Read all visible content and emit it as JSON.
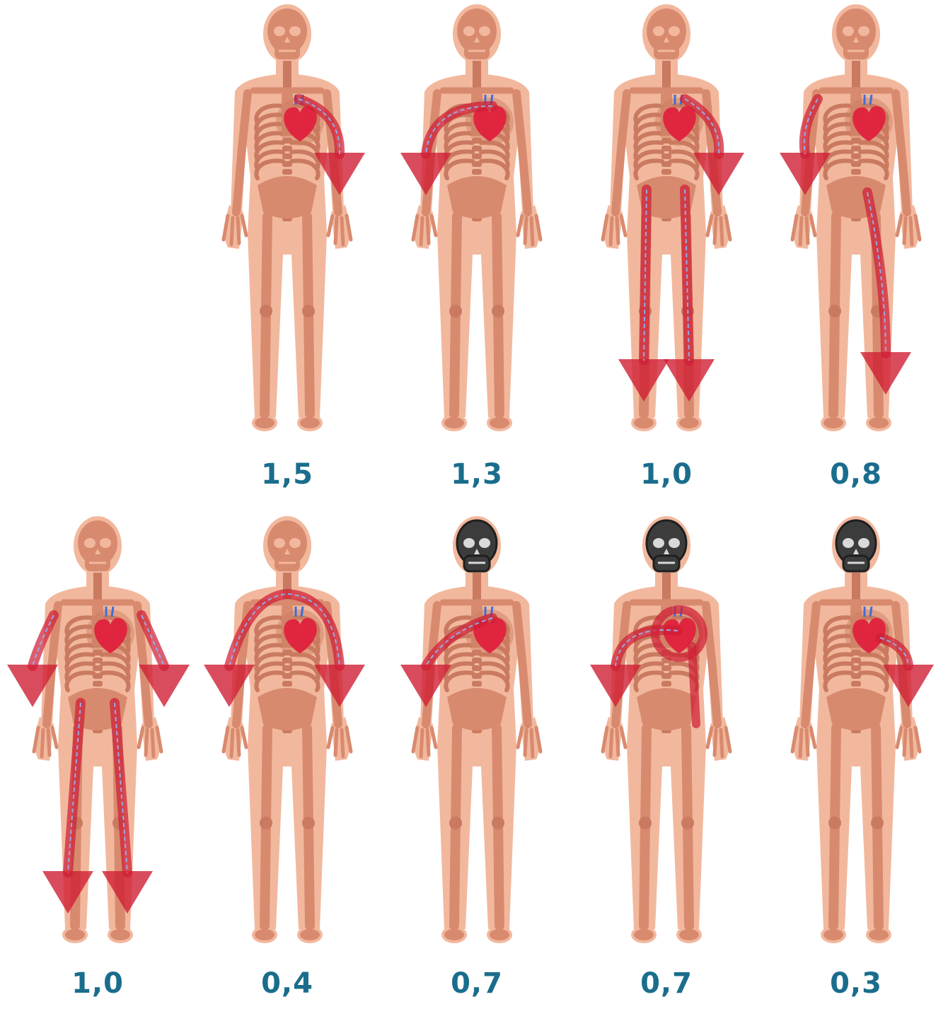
{
  "colors": {
    "skin": "#f2b89d",
    "bone": "#d88a6f",
    "bone_dark": "#c97a60",
    "heart": "#e0263f",
    "arrow": "#cf1f35",
    "lightning": "#8fb4ff",
    "skull_dark": "#3c3c3c",
    "label": "#1a6d8c"
  },
  "rows": [
    {
      "panels": [
        {
          "label": "",
          "path": "none",
          "skull": false,
          "empty": true
        },
        {
          "label": "1,5",
          "path": "chest-to-left-hand",
          "skull": false
        },
        {
          "label": "1,3",
          "path": "chest-to-right-hand",
          "skull": false
        },
        {
          "label": "1,0",
          "path": "chest-to-both-feet",
          "skull": false
        },
        {
          "label": "0,8",
          "path": "right-hand-to-left-foot",
          "skull": false
        }
      ]
    },
    {
      "panels": [
        {
          "label": "1,0",
          "path": "hands-to-feet",
          "skull": false
        },
        {
          "label": "0,4",
          "path": "hand-to-hand",
          "skull": false
        },
        {
          "label": "0,7",
          "path": "back-to-right-hand",
          "skull": true
        },
        {
          "label": "0,7",
          "path": "heart-to-right-hand",
          "skull": true
        },
        {
          "label": "0,3",
          "path": "chest-to-left-hand-short",
          "skull": true
        }
      ]
    }
  ]
}
